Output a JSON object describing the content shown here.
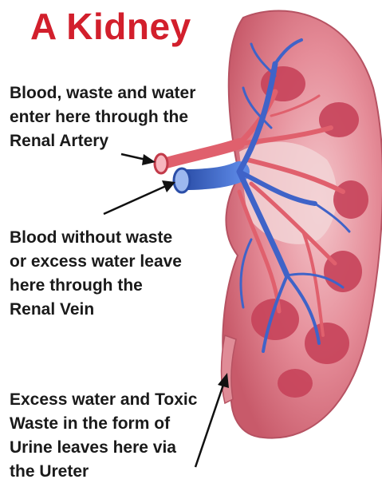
{
  "title": "A Kidney",
  "labels": {
    "artery": [
      "Blood, waste and water",
      "enter here through the",
      "Renal Artery"
    ],
    "vein": [
      "Blood without waste",
      "or excess water leave",
      "here through the",
      "Renal Vein"
    ],
    "ureter": [
      "Excess water and Toxic",
      "Waste in the form of",
      "Urine leaves here via",
      "the Ureter"
    ]
  },
  "colors": {
    "title": "#d21f2c",
    "kidney_outer": "#e58c98",
    "kidney_inner": "#c94055",
    "artery": "#e0606d",
    "vein": "#3f63c8",
    "text": "#1a1a1a"
  }
}
